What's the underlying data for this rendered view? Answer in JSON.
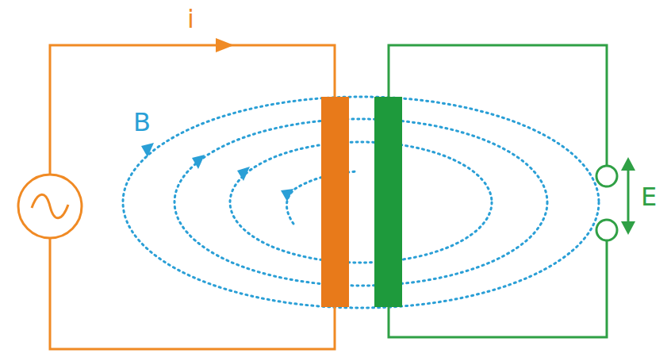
{
  "diagram": {
    "labels": [
      "i",
      "B",
      "E"
    ]
  }
}
